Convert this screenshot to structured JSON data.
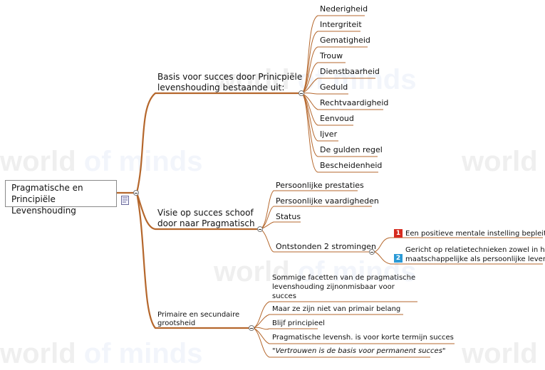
{
  "watermark": {
    "part1": "world ",
    "part2": "of minds"
  },
  "root": {
    "line1": "Pragmatische en",
    "line2": "Principiële Levenshouding"
  },
  "branch1": {
    "line1": "Basis voor succes door Prinicpiële",
    "line2": "levenshouding bestaande uit:",
    "items": [
      "Nederigheid",
      "Intergriteit",
      "Gematigheid",
      "Trouw",
      "Dienstbaarheid",
      "Geduld",
      "Rechtvaardigheid",
      "Eenvoud",
      "Ijver",
      "De gulden regel",
      "Bescheidenheid"
    ]
  },
  "branch2": {
    "line1": "Visie op succes schoof",
    "line2": "door naar Pragmatisch",
    "items": [
      "Persoonlijke prestaties",
      "Persoonlijke vaardigheden",
      "Status",
      "Ontstonden 2 stromingen"
    ],
    "stromingen": [
      {
        "priority": "1",
        "text": "Een positieve mentale instelling bepleiten"
      },
      {
        "priority": "2",
        "line1": "Gericht op relatietechnieken zowel in het",
        "line2": "maatschappelijke als persoonlijke leven"
      }
    ]
  },
  "branch3": {
    "line1": "Primaire en secundaire",
    "line2": "grootsheid",
    "item1": {
      "line1": "Sommige facetten van de pragmatische",
      "line2": "levenshouding zijnonmisbaar voor",
      "line3": "succes"
    },
    "items": [
      "Maar ze zijn niet van primair belang",
      "Blijf principieel",
      "Pragmatische levensh. is voor korte termijn succes"
    ],
    "quote": "\"Vertrouwen is de basis voor permanent succes\""
  },
  "colors": {
    "branch": "#b5672c",
    "text": "#111111",
    "priority1": "#d62b1f",
    "priority2": "#2a9ad6"
  }
}
